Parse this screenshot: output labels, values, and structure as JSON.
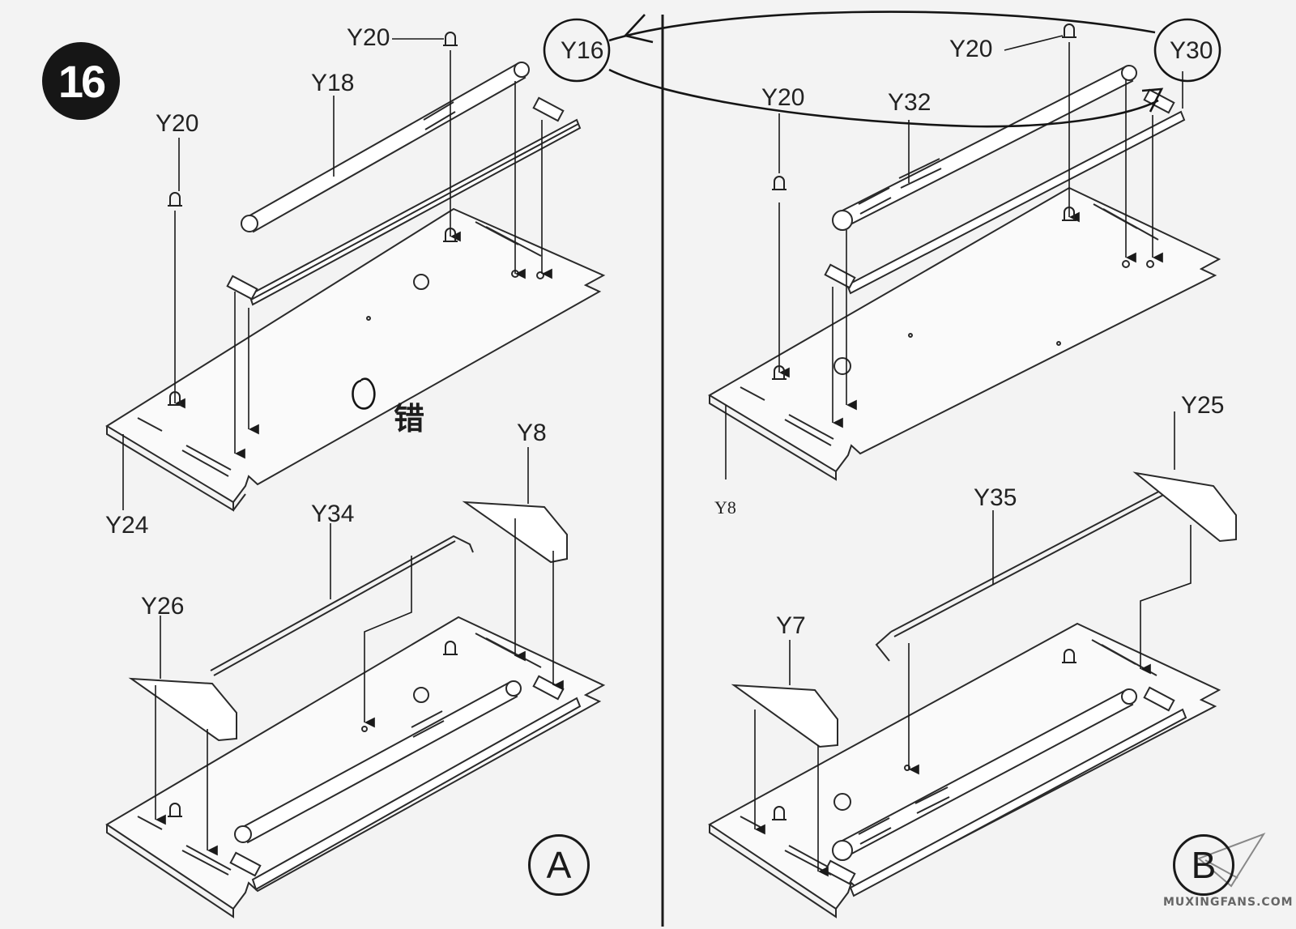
{
  "step": {
    "number": "16"
  },
  "panels": {
    "a": {
      "variant": "A",
      "labels": {
        "y20_top": "Y20",
        "y16": "Y16",
        "y18": "Y18",
        "y20_left": "Y20",
        "y24": "Y24",
        "y8": "Y8",
        "y34": "Y34",
        "y26": "Y26"
      }
    },
    "b": {
      "variant": "B",
      "labels": {
        "y20_top": "Y20",
        "y30": "Y30",
        "y20_mid": "Y20",
        "y32": "Y32",
        "y8": "Y8",
        "y25": "Y25",
        "y35": "Y35",
        "y7": "Y7"
      }
    }
  },
  "handwritten_note": "错",
  "watermark": "MUXINGFANS.COM",
  "colors": {
    "ink": "#1a1a1a",
    "paper": "#f3f3f3"
  }
}
